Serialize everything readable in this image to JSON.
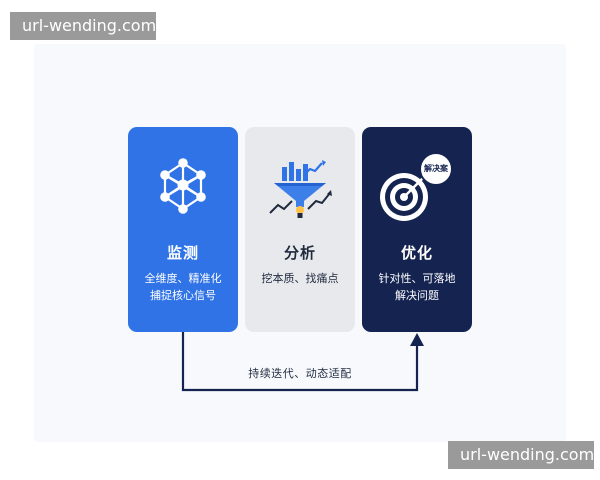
{
  "watermark": {
    "top_text": "url-wending.com",
    "bottom_text": "url-wending.com"
  },
  "cards": [
    {
      "title": "监测",
      "desc_lines": [
        "全维度、精准化",
        "捕捉核心信号"
      ],
      "icon": "network-nodes-icon",
      "color": "#2f73e6"
    },
    {
      "title": "分析",
      "desc_lines": [
        "挖本质、找痛点"
      ],
      "icon": "funnel-chart-icon",
      "color": "#e7e9ed"
    },
    {
      "title": "优化",
      "desc_lines": [
        "针对性、可落地",
        "解决问题"
      ],
      "icon": "target-icon",
      "badge": "解决案",
      "color": "#142350"
    }
  ],
  "loop": {
    "label": "持续迭代、动态适配",
    "color": "#142350"
  }
}
